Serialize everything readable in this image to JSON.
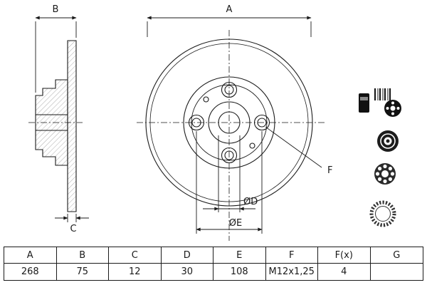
{
  "dimensions": {
    "a_label": "A",
    "b_label": "B",
    "c_label": "C",
    "d_label": "ØD",
    "e_label": "ØE",
    "f_label": "F"
  },
  "table": {
    "headers": [
      "A",
      "B",
      "C",
      "D",
      "E",
      "F",
      "F(x)",
      "G"
    ],
    "values": [
      "268",
      "75",
      "12",
      "30",
      "108",
      "M12x1,25",
      "4",
      ""
    ]
  },
  "colors": {
    "line": "#1a1a1a",
    "background": "#ffffff"
  }
}
